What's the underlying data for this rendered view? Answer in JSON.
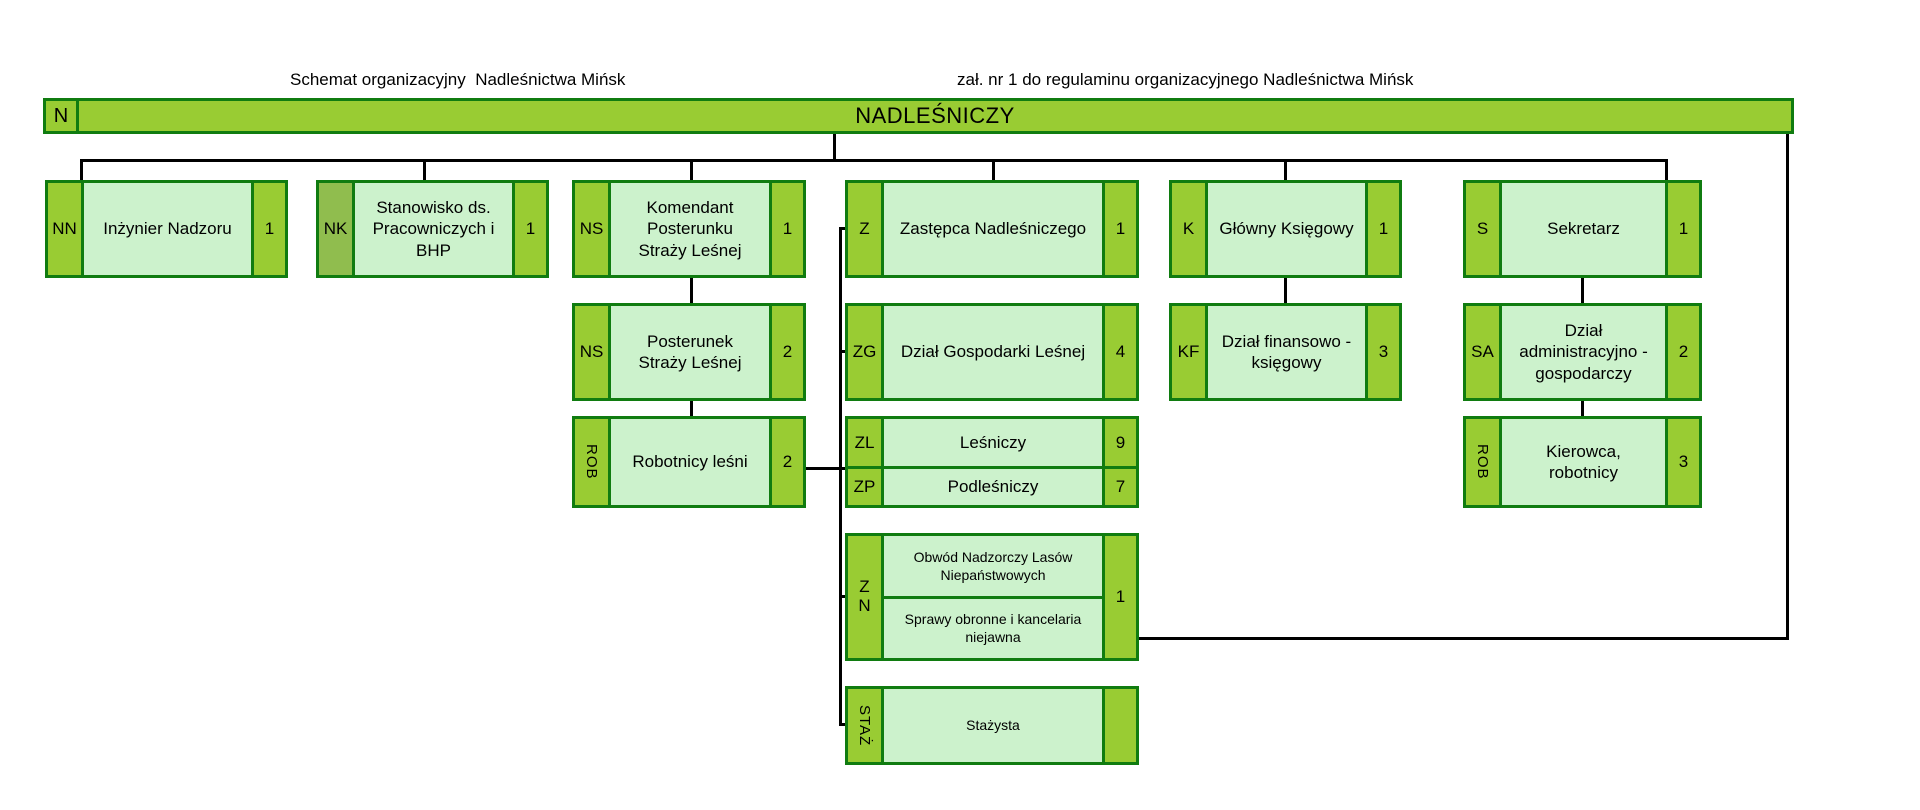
{
  "captions": {
    "left": "Schemat organizacyjny  Nadleśnictwa Mińsk",
    "right": "zał. nr 1 do regulaminu organizacyjnego Nadleśnictwa Mińsk"
  },
  "root": {
    "code": "N",
    "title": "NADLEŚNICZY"
  },
  "boxes": {
    "nn": {
      "code": "NN",
      "label": "Inżynier Nadzoru",
      "count": "1"
    },
    "nk": {
      "code": "NK",
      "label": "Stanowisko ds. Pracowniczych i BHP",
      "count": "1"
    },
    "ns": {
      "code": "NS",
      "label": "Komendant Posterunku Straży Leśnej",
      "count": "1"
    },
    "ns_posterunek": {
      "code": "NS",
      "label": "Posterunek Straży Leśnej",
      "count": "2"
    },
    "rob_lesni": {
      "code": "ROB",
      "label": "Robotnicy leśni",
      "count": "2"
    },
    "z": {
      "code": "Z",
      "label": "Zastępca Nadleśniczego",
      "count": "1"
    },
    "zg": {
      "code": "ZG",
      "label": "Dział Gospodarki Leśnej",
      "count": "4"
    },
    "zl": {
      "code": "ZL",
      "label": "Leśniczy",
      "count": "9"
    },
    "zp": {
      "code": "ZP",
      "label": "Podleśniczy",
      "count": "7"
    },
    "zn": {
      "code": "Z\nN",
      "label_top": "Obwód Nadzorczy Lasów Niepaństwowych",
      "label_bottom": "Sprawy obronne i kancelaria niejawna",
      "count": "1"
    },
    "staz": {
      "code": "STAŻ",
      "label": "Stażysta",
      "count": ""
    },
    "k": {
      "code": "K",
      "label": "Główny Księgowy",
      "count": "1"
    },
    "kf": {
      "code": "KF",
      "label": "Dział finansowo - księgowy",
      "count": "3"
    },
    "s": {
      "code": "S",
      "label": "Sekretarz",
      "count": "1"
    },
    "sa": {
      "code": "SA",
      "label": "Dział administracyjno - gospodarczy",
      "count": "2"
    },
    "rob_kierowca": {
      "code": "ROB",
      "label": "Kierowca, robotnicy",
      "count": "3"
    }
  },
  "colors": {
    "border_green": "#107c10",
    "strip_green": "#99cc33",
    "strip_green_muted": "#90bd4e",
    "fill_light": "#ccf2cc",
    "line_black": "#000000"
  }
}
